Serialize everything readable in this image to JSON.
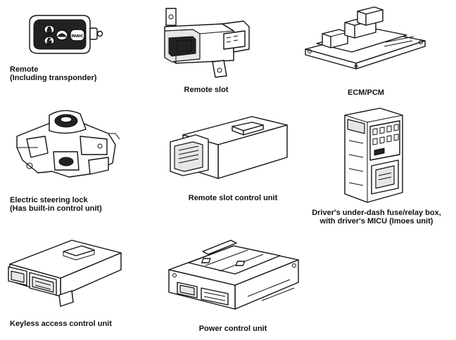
{
  "components": [
    {
      "id": "remote",
      "label_lines": [
        "Remote",
        "(Including transponder)"
      ],
      "icons": {
        "lock": "lock-icon",
        "unlock": "unlock-icon",
        "trunk": "trunk-icon",
        "panic": "PANIC"
      }
    },
    {
      "id": "remote-slot",
      "label_lines": [
        "Remote slot"
      ]
    },
    {
      "id": "ecm-pcm",
      "label_lines": [
        "ECM/PCM"
      ]
    },
    {
      "id": "electric-steering-lock",
      "label_lines": [
        "Electric steering lock",
        "(Has built-in control unit)"
      ]
    },
    {
      "id": "remote-slot-control-unit",
      "label_lines": [
        "Remote slot control unit"
      ]
    },
    {
      "id": "drivers-fuse-relay-box",
      "label_lines": [
        "Driver's under-dash fuse/relay box,",
        "with driver's MICU (Imoes unit)"
      ]
    },
    {
      "id": "keyless-access-control-unit",
      "label_lines": [
        "Keyless access control unit"
      ]
    },
    {
      "id": "power-control-unit",
      "label_lines": [
        "Power control unit"
      ]
    }
  ]
}
